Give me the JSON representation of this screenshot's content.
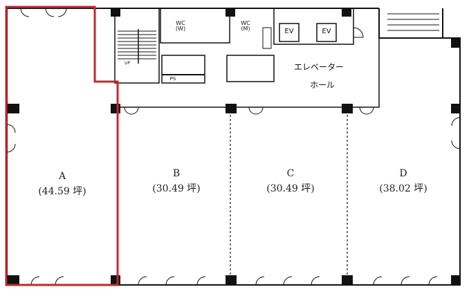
{
  "units": [
    {
      "name": "A",
      "area": "(44.59 坪)",
      "selected": true
    },
    {
      "name": "B",
      "area": "(30.49 坪)",
      "selected": false
    },
    {
      "name": "C",
      "area": "(30.49 坪)",
      "selected": false
    },
    {
      "name": "D",
      "area": "(38.02 坪)",
      "selected": false
    }
  ],
  "core": {
    "wc_women": "WC (W)",
    "wc_men": "WC (M)",
    "ev1": "EV",
    "ev2": "EV",
    "ps": "PS",
    "up": "UP"
  },
  "hall": {
    "line1": "エレベーター",
    "line2": "ホール"
  },
  "colors": {
    "highlight": "#c0282d",
    "wall": "#111111"
  }
}
